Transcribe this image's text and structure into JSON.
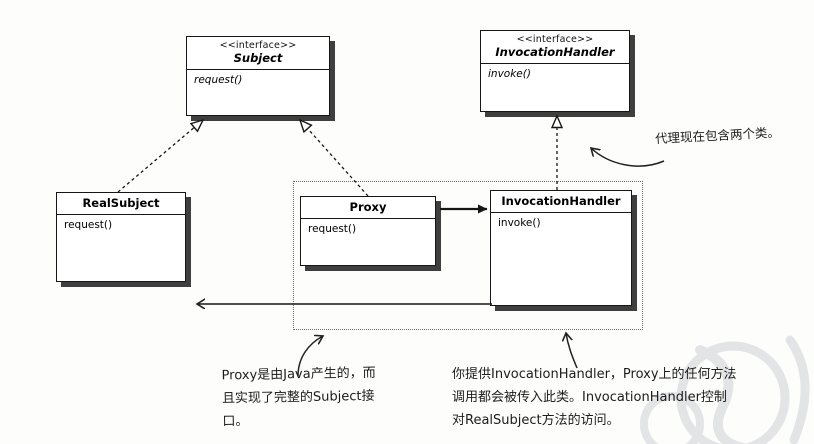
{
  "classes": {
    "subject_interface": {
      "stereotype": "<<interface>>",
      "name": "Subject",
      "methods": [
        "request()"
      ]
    },
    "invocation_handler_interface": {
      "stereotype": "<<interface>>",
      "name": "InvocationHandler",
      "methods": [
        "invoke()"
      ]
    },
    "real_subject": {
      "name": "RealSubject",
      "methods": [
        "request()"
      ]
    },
    "proxy": {
      "name": "Proxy",
      "methods": [
        "request()"
      ]
    },
    "invocation_handler": {
      "name": "InvocationHandler",
      "methods": [
        "invoke()"
      ]
    }
  },
  "annotations": {
    "proxy_two_classes": "代理现在包含两个类。",
    "proxy_generated": "Proxy是由Java产生的，而且实现了完整的Subject接口。",
    "handler_controls": "你提供InvocationHandler，Proxy上的任何方法调用都会被传入此类。InvocationHandler控制对RealSubject方法的访问。"
  },
  "colors": {
    "box_border": "#161616",
    "box_shadow": "#3f3f3f",
    "background": "#fdfdfc",
    "watermark": "#c9cdd0"
  }
}
